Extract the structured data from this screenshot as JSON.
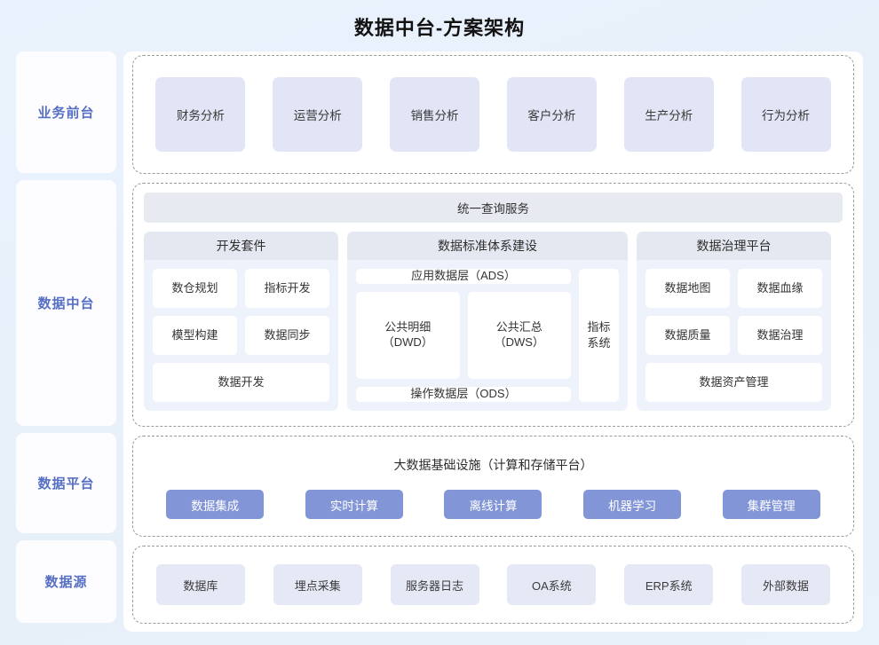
{
  "header": {
    "title": "数据中台-方案架构"
  },
  "colors": {
    "background": "#e8f0fb",
    "panel": "#ffffff",
    "rail_text": "#566fc4",
    "front_card": "#e1e5f5",
    "panel_head": "#e4e8f0",
    "panel_body": "#eef3fb",
    "platform_button": "#8295d6",
    "source_card": "#e5e9f6",
    "dashed_border": "#9a9a9a"
  },
  "rail": {
    "items": [
      {
        "label": "业务前台"
      },
      {
        "label": "数据中台"
      },
      {
        "label": "数据平台"
      },
      {
        "label": "数据源"
      }
    ]
  },
  "business_front": {
    "cards": [
      {
        "label": "财务分析"
      },
      {
        "label": "运营分析"
      },
      {
        "label": "销售分析"
      },
      {
        "label": "客户分析"
      },
      {
        "label": "生产分析"
      },
      {
        "label": "行为分析"
      }
    ]
  },
  "data_middle": {
    "unified_service": "统一查询服务",
    "dev_suite": {
      "title": "开发套件",
      "row1": [
        {
          "label": "数仓规划"
        },
        {
          "label": "指标开发"
        }
      ],
      "row2": [
        {
          "label": "模型构建"
        },
        {
          "label": "数据同步"
        }
      ],
      "row3": [
        {
          "label": "数据开发"
        }
      ]
    },
    "standard_system": {
      "title": "数据标准体系建设",
      "ads": "应用数据层（ADS）",
      "dwd": "公共明细\n（DWD）",
      "dws": "公共汇总\n（DWS）",
      "ods": "操作数据层（ODS）",
      "metric_system": "指标\n系统"
    },
    "governance": {
      "title": "数据治理平台",
      "row1": [
        {
          "label": "数据地图"
        },
        {
          "label": "数据血缘"
        }
      ],
      "row2": [
        {
          "label": "数据质量"
        },
        {
          "label": "数据治理"
        }
      ],
      "row3": [
        {
          "label": "数据资产管理"
        }
      ]
    }
  },
  "data_platform": {
    "title": "大数据基础设施（计算和存储平台）",
    "buttons": [
      {
        "label": "数据集成"
      },
      {
        "label": "实时计算"
      },
      {
        "label": "离线计算"
      },
      {
        "label": "机器学习"
      },
      {
        "label": "集群管理"
      }
    ]
  },
  "data_source": {
    "cards": [
      {
        "label": "数据库"
      },
      {
        "label": "埋点采集"
      },
      {
        "label": "服务器日志"
      },
      {
        "label": "OA系统"
      },
      {
        "label": "ERP系统"
      },
      {
        "label": "外部数据"
      }
    ]
  }
}
